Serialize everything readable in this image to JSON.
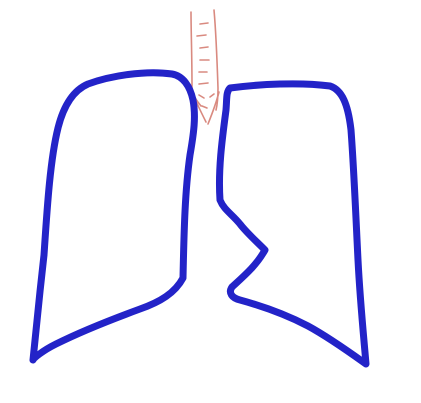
{
  "diagram": {
    "parts": [
      {
        "id": "left-lung",
        "icon": "lung-outline-icon"
      },
      {
        "id": "right-lung",
        "icon": "lung-outline-icon"
      },
      {
        "id": "trachea",
        "icon": "trachea-icon"
      }
    ],
    "colors": {
      "background": "#ffffff",
      "lung_outline": "#2323c8",
      "trachea_outline": "#d98a80"
    }
  }
}
